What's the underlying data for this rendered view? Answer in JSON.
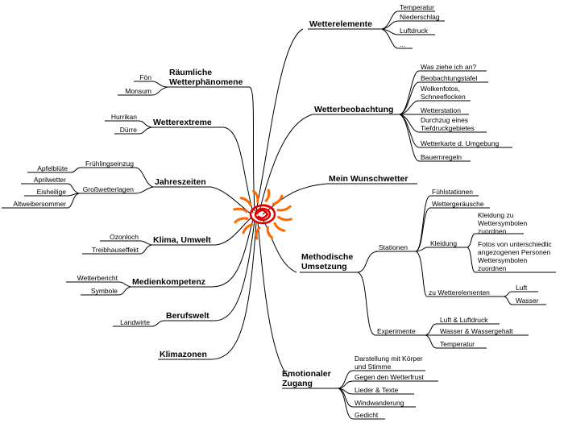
{
  "branches": {
    "wetterelemente": {
      "title": [
        "Wetterelemente"
      ],
      "items": [
        "Temperatur",
        "Niederschlag",
        "Luftdruck",
        "..."
      ]
    },
    "wetterbeobachtung": {
      "title": [
        "Wetterbeobachtung"
      ],
      "items": [
        [
          "Was ziehe ich an?"
        ],
        [
          "Beobachtungstafel"
        ],
        [
          "Wolkenfotos,",
          "Schneeflocken"
        ],
        [
          "Wetterstation"
        ],
        [
          "Durchzug eines",
          "Tiefdruckgebietes"
        ],
        [
          "Wetterkarte d. Umgebung"
        ],
        [
          "Bauernregeln"
        ]
      ]
    },
    "wunschwetter": {
      "title": [
        "Mein Wunschwetter"
      ]
    },
    "methodische_umsetzung": {
      "title": [
        "Methodische",
        "Umsetzung"
      ],
      "stationen": {
        "label": "Stationen",
        "items": [
          "Fühlstationen",
          "Wettergeräusche"
        ],
        "kleidung": {
          "label": "Kleidung",
          "items": [
            [
              "Kleidung zu",
              "Wettersymbolen",
              "zuordnen"
            ],
            [
              "Fotos von unterschiedlic",
              "angezogenen Personen",
              "Wettersymbolen",
              "zuordnen"
            ]
          ]
        },
        "zu_wetterelementen": {
          "label": "zu Wetterelementen",
          "items": [
            "Luft",
            "Wasser"
          ]
        }
      },
      "experimente": {
        "label": "Experimente",
        "items": [
          "Luft & Luftdruck",
          "Wasser & Wassergehalt",
          "Temperatur"
        ]
      }
    },
    "emotionaler_zugang": {
      "title": [
        "Emotionaler",
        "Zugang"
      ],
      "items": [
        [
          "Darstellung mit Körper",
          "und Stimme"
        ],
        [
          "Gegen den Wetterfrust"
        ],
        [
          "Lieder & Texte"
        ],
        [
          "Windwanderung"
        ],
        [
          "Gedicht"
        ]
      ]
    },
    "raeumliche_wetterphaenomene": {
      "title": [
        "Räumliche",
        "Wetterphänomene"
      ],
      "items": [
        "Fön",
        "Monsum"
      ]
    },
    "wetterextreme": {
      "title": [
        "Wetterextreme"
      ],
      "items": [
        "Hurrikan",
        "Dürre"
      ]
    },
    "jahreszeiten": {
      "title": [
        "Jahreszeiten"
      ],
      "fruehlingseinzug": {
        "label": "Frühlingseinzug",
        "items": [
          "Apfelblüte"
        ]
      },
      "grosswetterlagen": {
        "label": "Großwetterlagen",
        "items": [
          "Aprilwetter",
          "Eisheilige",
          "Altweibersommer"
        ]
      }
    },
    "klima_umwelt": {
      "title": [
        "Klima, Umwelt"
      ],
      "items": [
        "Ozonloch",
        "Treibhauseffekt"
      ]
    },
    "medienkompetenz": {
      "title": [
        "Medienkompetenz"
      ],
      "items": [
        "Wetterbericht",
        "Symbole"
      ]
    },
    "berufswelt": {
      "title": [
        "Berufswelt"
      ],
      "items": [
        "Landwirte"
      ]
    },
    "klimazonen": {
      "title": [
        "Klimazonen"
      ]
    }
  },
  "colors": {
    "sun_orange": "#ff6a00",
    "spiral_red": "#e00000",
    "line": "#000000"
  },
  "icons": {
    "center": "sun-spiral-icon"
  }
}
